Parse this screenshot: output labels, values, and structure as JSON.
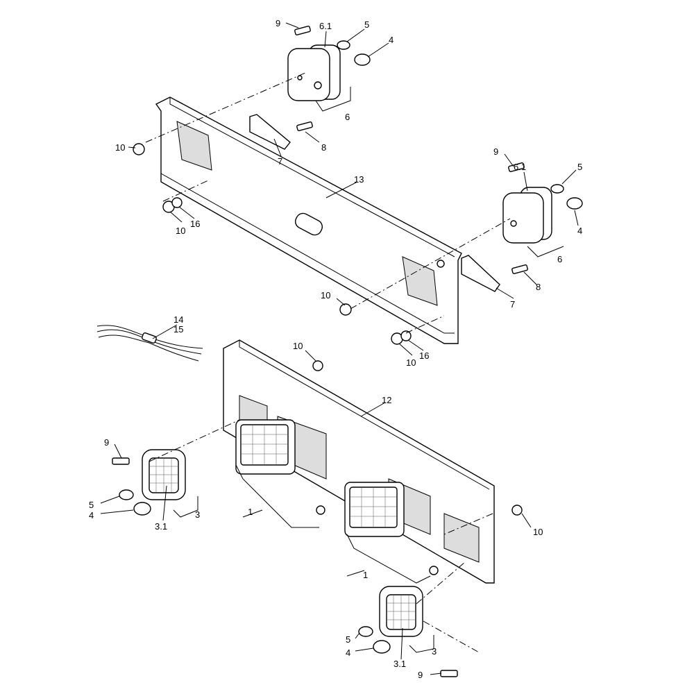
{
  "diagram": {
    "labels": {
      "top_left_group": [
        "9",
        "6.1",
        "5",
        "4",
        "6",
        "8",
        "7",
        "10",
        "10",
        "16",
        "13"
      ],
      "top_right_group": [
        "9",
        "6.1",
        "5",
        "4",
        "6",
        "8",
        "7",
        "10",
        "10",
        "16"
      ],
      "harness": [
        "14",
        "15"
      ],
      "lower_panel": [
        "10",
        "12",
        "10",
        "1",
        "1"
      ],
      "lower_left_lamp": [
        "9",
        "5",
        "4",
        "3.1",
        "3"
      ],
      "lower_right_lamp": [
        "5",
        "4",
        "3.1",
        "3",
        "9"
      ]
    }
  }
}
